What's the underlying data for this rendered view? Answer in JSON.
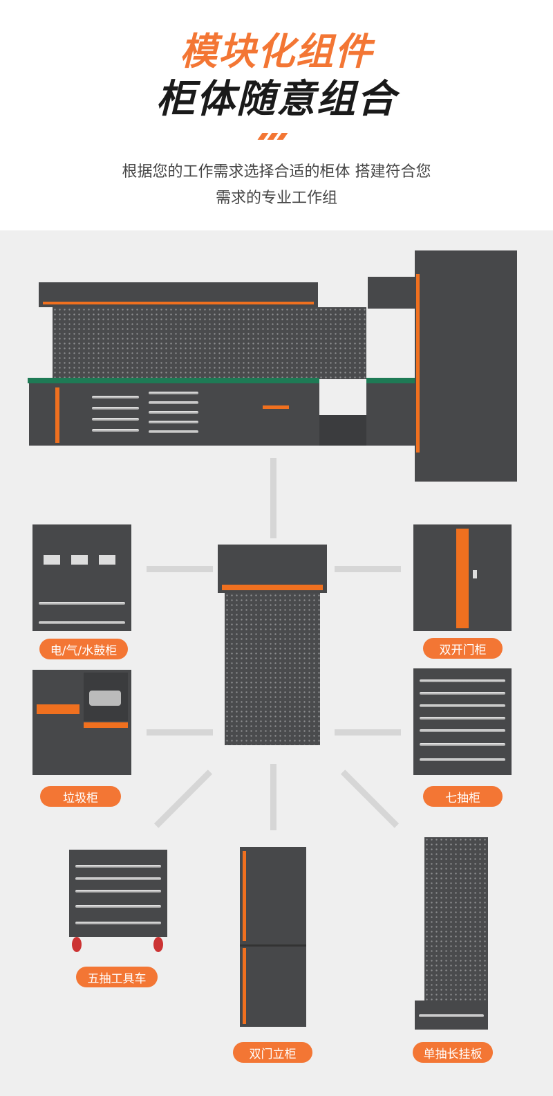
{
  "header": {
    "title_line1": "模块化组件",
    "title_line2": "柜体随意组合",
    "subtitle_line1": "根据您的工作需求选择合适的柜体 搭建符合您",
    "subtitle_line2": "需求的专业工作组"
  },
  "modules": {
    "utility_cabinet": "电/气/水鼓柜",
    "double_door_cabinet": "双开门柜",
    "trash_cabinet": "垃圾柜",
    "seven_drawer_cabinet": "七抽柜",
    "five_drawer_cart": "五抽工具车",
    "double_door_tall_cabinet": "双门立柜",
    "single_drawer_pegboard": "单抽长挂板"
  },
  "colors": {
    "accent": "#f37634",
    "cabinet": "#47484a",
    "background": "#efefef"
  }
}
